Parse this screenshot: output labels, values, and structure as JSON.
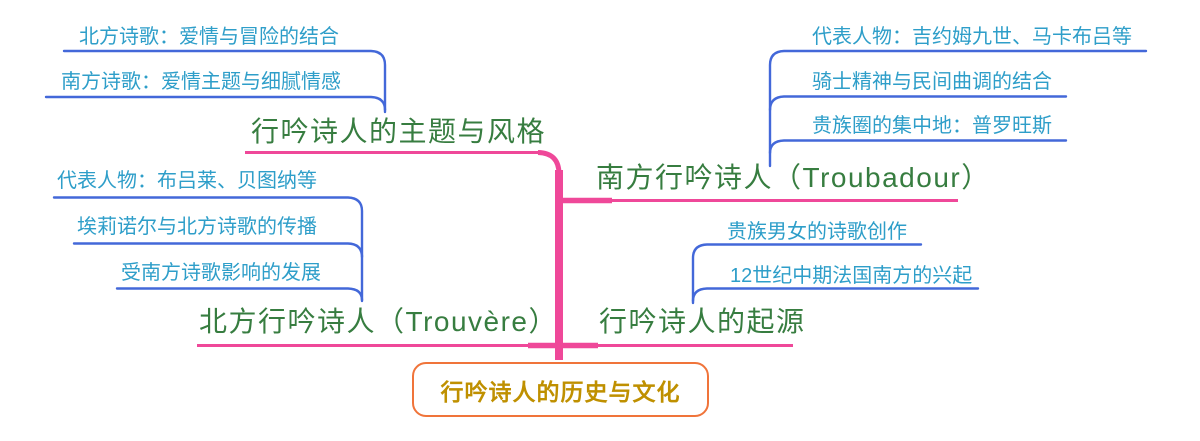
{
  "map": {
    "root": "行吟诗人的历史与文化",
    "branches": [
      {
        "label": "行吟诗人的主题与风格",
        "children": [
          "北方诗歌：爱情与冒险的结合",
          "南方诗歌：爱情主题与细腻情感"
        ]
      },
      {
        "label": "南方行吟诗人（Troubadour）",
        "children": [
          "代表人物：吉约姆九世、马卡布吕等",
          "骑士精神与民间曲调的结合",
          "贵族圈的集中地：普罗旺斯"
        ]
      },
      {
        "label": "北方行吟诗人（Trouvère）",
        "children": [
          "代表人物：布吕莱、贝图纳等",
          "埃莉诺尔与北方诗歌的传播",
          "受南方诗歌影响的发展"
        ]
      },
      {
        "label": "行吟诗人的起源",
        "children": [
          "贵族男女的诗歌创作",
          "12世纪中期法国南方的兴起"
        ]
      }
    ],
    "colors": {
      "trunk_pink": "#EF4899",
      "child_connector_blue": "#4368D9",
      "leaf_text_cyan": "#2E9EC9",
      "branch_text_green": "#377D40",
      "root_border_orange": "#F0743A",
      "root_text_gold": "#BF9000",
      "background": "#FFFFFF"
    }
  }
}
